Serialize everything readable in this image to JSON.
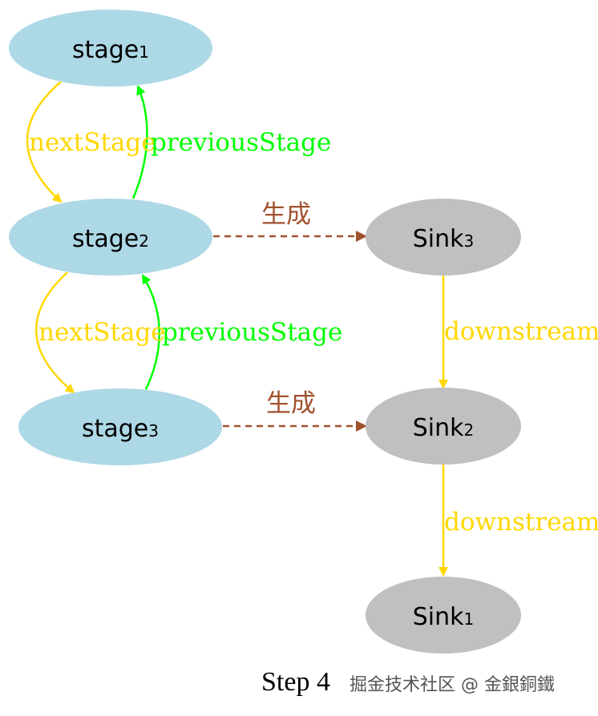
{
  "colors": {
    "stage_fill": "#add8e6",
    "sink_fill": "#c0c0c0",
    "next": "#ffd700",
    "previous": "#00ff00",
    "generate": "#a0522d",
    "downstream": "#ffd700"
  },
  "nodes": {
    "stage1": {
      "base": "stage",
      "sub": "1"
    },
    "stage2": {
      "base": "stage",
      "sub": "2"
    },
    "stage3": {
      "base": "stage",
      "sub": "3"
    },
    "sink3": {
      "base": "Sink",
      "sub": "3"
    },
    "sink2": {
      "base": "Sink",
      "sub": "2"
    },
    "sink1": {
      "base": "Sink",
      "sub": "1"
    }
  },
  "edges": {
    "next_1_2": "nextStage",
    "prev_2_1": "previousStage",
    "next_2_3": "nextStage",
    "prev_3_2": "previousStage",
    "gen_2": "生成",
    "gen_3": "生成",
    "down_3_2": "downstream",
    "down_2_1": "downstream"
  },
  "caption": "Step 4",
  "watermark": "掘金技术社区 @ 金銀銅鐵"
}
